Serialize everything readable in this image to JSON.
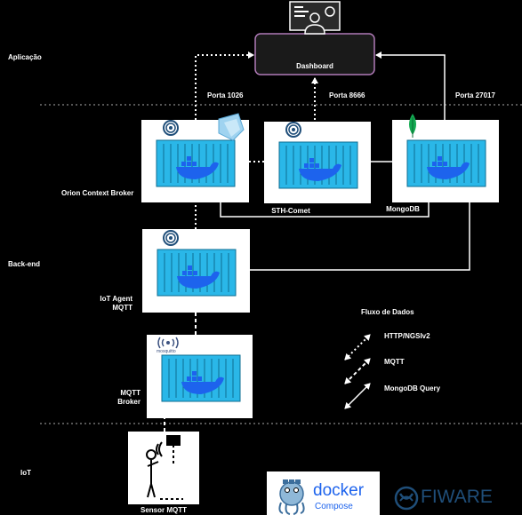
{
  "layers": {
    "application": "Aplicação",
    "backend": "Back-end",
    "iot": "IoT"
  },
  "nodes": {
    "dashboard": "Dashboard",
    "orion": "Orion Context Broker",
    "sth": "STH-Comet",
    "mongodb": "MongoDB",
    "iot_agent_line1": "IoT Agent",
    "iot_agent_line2": "MQTT",
    "mqtt_broker_line1": "MQTT",
    "mqtt_broker_line2": "Broker",
    "sensor": "Sensor MQTT"
  },
  "ports": {
    "orion": "Porta 1026",
    "sth": "Porta 8666",
    "mongo": "Porta 27017"
  },
  "legend": {
    "title": "Fluxo de Dados",
    "http": "HTTP/NGSIv2",
    "mqtt": "MQTT",
    "mongo": "MongoDB Query"
  },
  "logos": {
    "mosquitto": "mosquitto",
    "docker": "docker",
    "compose": "Compose",
    "fiware": "FIWARE"
  },
  "colors": {
    "background": "#000000",
    "container_blue": "#2ab7e8",
    "dashboard_border": "#b07ab8",
    "dashboard_fill": "#1a1a1a",
    "divider": "#aaaaaa",
    "fiware": "#1f4e79",
    "docker": "#1d63ed",
    "mongo_leaf": "#13aa52"
  }
}
